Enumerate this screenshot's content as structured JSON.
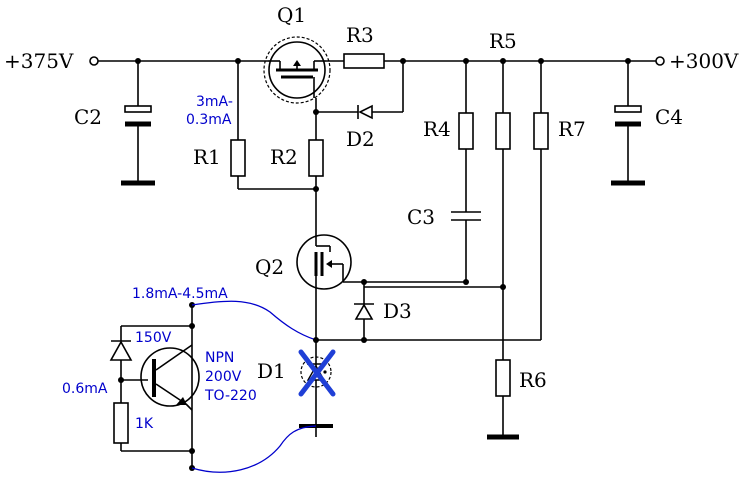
{
  "rails": {
    "input": "+375V",
    "output": "+300V"
  },
  "parts": {
    "q1": "Q1",
    "q2": "Q2",
    "r1": "R1",
    "r2": "R2",
    "r3": "R3",
    "r4": "R4",
    "r5": "R5",
    "r6": "R6",
    "r7": "R7",
    "c2": "C2",
    "c3": "C3",
    "c4": "C4",
    "d1": "D1",
    "d2": "D2",
    "d3": "D3"
  },
  "notes": {
    "r1_current_top": "3mA-",
    "r1_current_bottom": "0.3mA",
    "q2_current": "1.8mA-4.5mA",
    "zener_voltage": "150V",
    "transistor_type": "NPN",
    "transistor_rating": "200V",
    "transistor_package": "TO-220",
    "base_current": "0.6mA",
    "base_resistor": "1K"
  },
  "colors": {
    "wire": "#000000",
    "annotation": "#0000cc",
    "cross": "#1f3fd6"
  }
}
